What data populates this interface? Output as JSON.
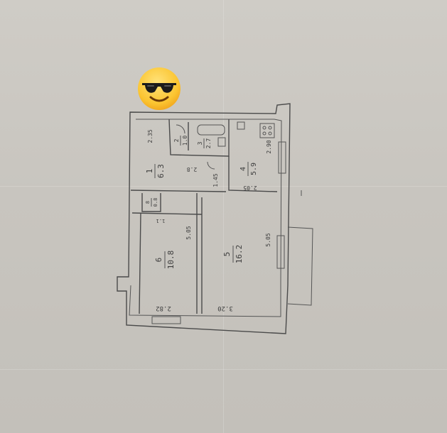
{
  "emoji": {
    "name": "smiling-face-with-sunglasses"
  },
  "rooms": [
    {
      "id": "room-1",
      "number": "1",
      "area": "6.3"
    },
    {
      "id": "room-2",
      "number": "2",
      "area": "1.0"
    },
    {
      "id": "room-3",
      "number": "3",
      "area": "2.7"
    },
    {
      "id": "room-4",
      "number": "4",
      "area": "5.9"
    },
    {
      "id": "room-5",
      "number": "5",
      "area": "16.2"
    },
    {
      "id": "room-6",
      "number": "6",
      "area": "10.8"
    },
    {
      "id": "room-8",
      "number": "8",
      "area": "0.8"
    }
  ],
  "dimensions": {
    "d_2_35": "2.35",
    "d_2_8": "2.8",
    "d_1_45": "1.45",
    "d_2_05": "2.05",
    "d_2_90": "2.90",
    "d_5_05_left": "5.05",
    "d_5_05_right": "5.05",
    "d_2_82": "2.82",
    "d_3_20": "3.20",
    "d_1_1": "1.1"
  },
  "colors": {
    "paper": "#c9c6c0",
    "ink": "#4a4a4a"
  }
}
